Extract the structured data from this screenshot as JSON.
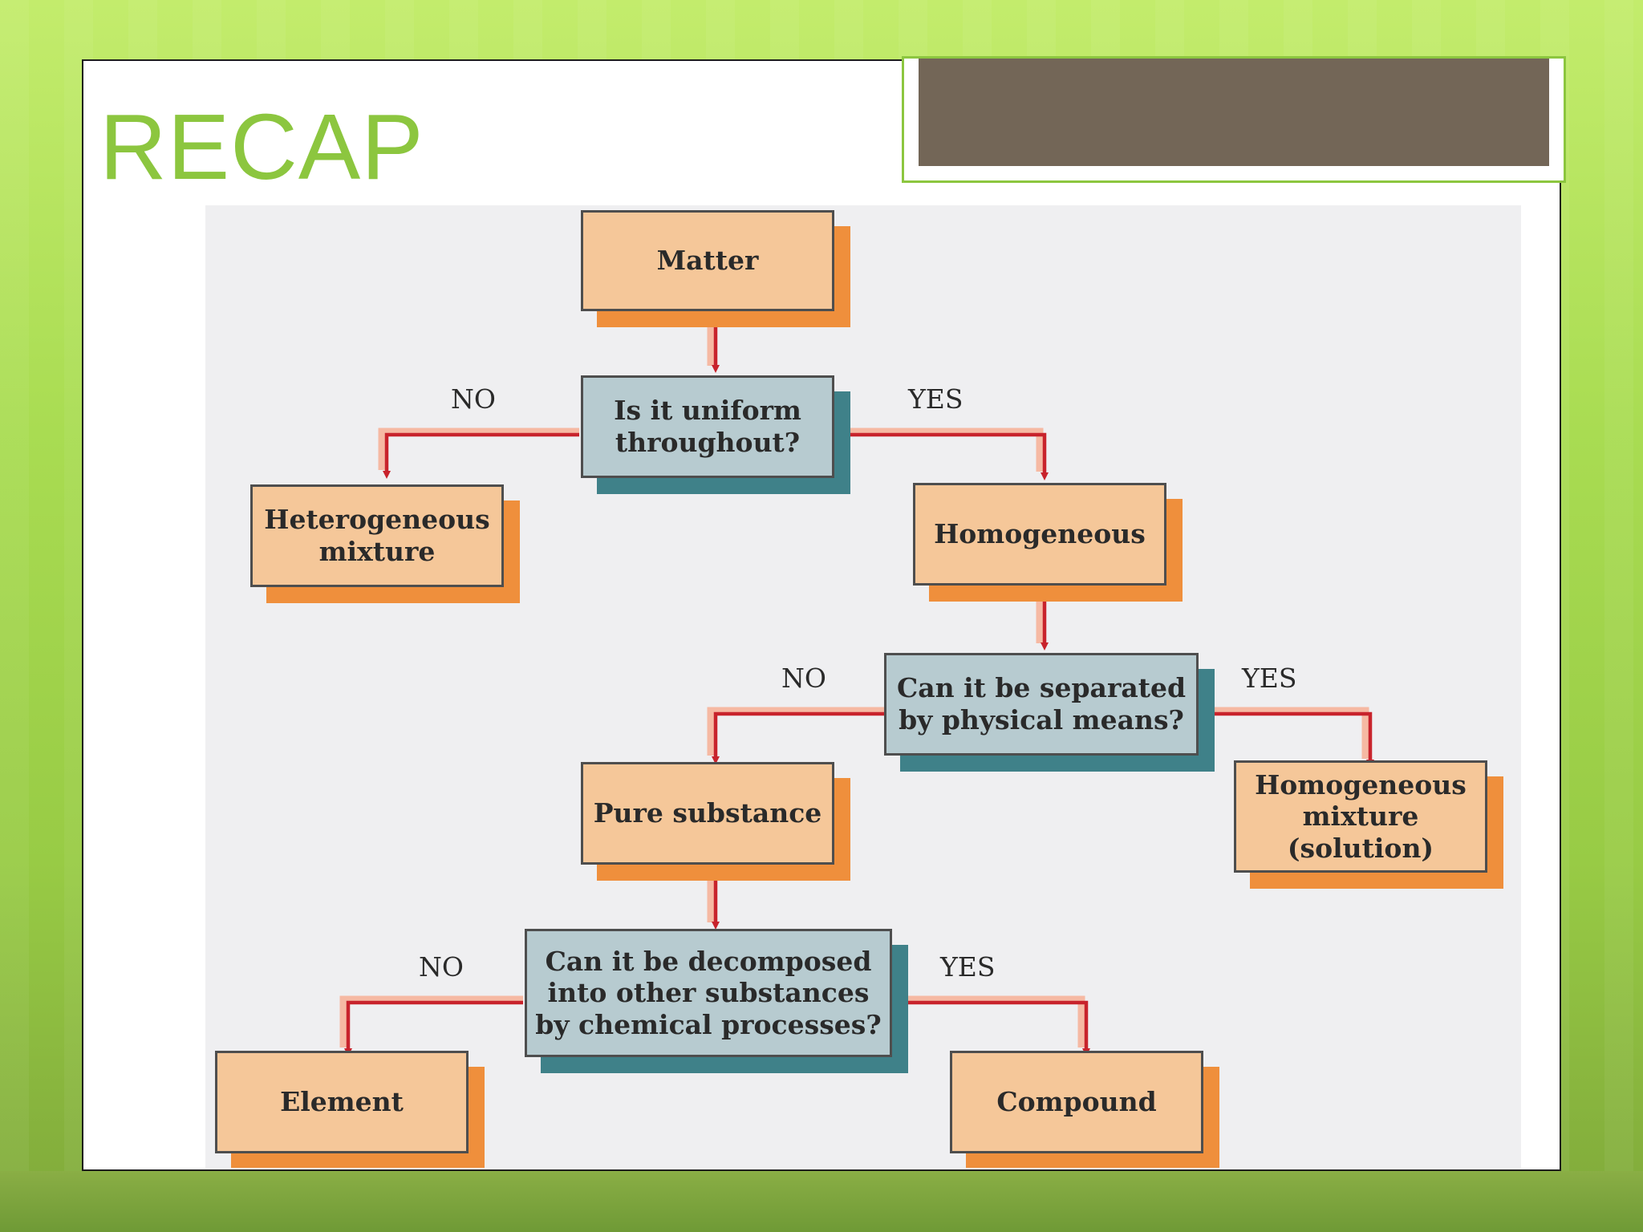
{
  "slide": {
    "title": "RECAP"
  },
  "diagram": {
    "nodes": {
      "matter": "Matter",
      "uniform_question": "Is it uniform\nthroughout?",
      "heterogeneous_mixture": "Heterogeneous\nmixture",
      "homogeneous": "Homogeneous",
      "separation_question": "Can it be separated\nby physical means?",
      "pure_substance": "Pure substance",
      "homogeneous_mixture": "Homogeneous\nmixture\n(solution)",
      "decompose_question": "Can it be decomposed\ninto other substances\nby chemical processes?",
      "element": "Element",
      "compound": "Compound"
    },
    "branches": {
      "uniform_no": "NO",
      "uniform_yes": "YES",
      "separation_no": "NO",
      "separation_yes": "YES",
      "decompose_no": "NO",
      "decompose_yes": "YES"
    }
  },
  "colors": {
    "title": "#8cc63f",
    "result_box": "#f5c799",
    "result_shadow": "#ef8f3c",
    "question_box": "#b7cbd0",
    "question_shadow": "#3f8189",
    "arrow": "#c8232c",
    "arrow_shadow": "#f6b39a"
  }
}
